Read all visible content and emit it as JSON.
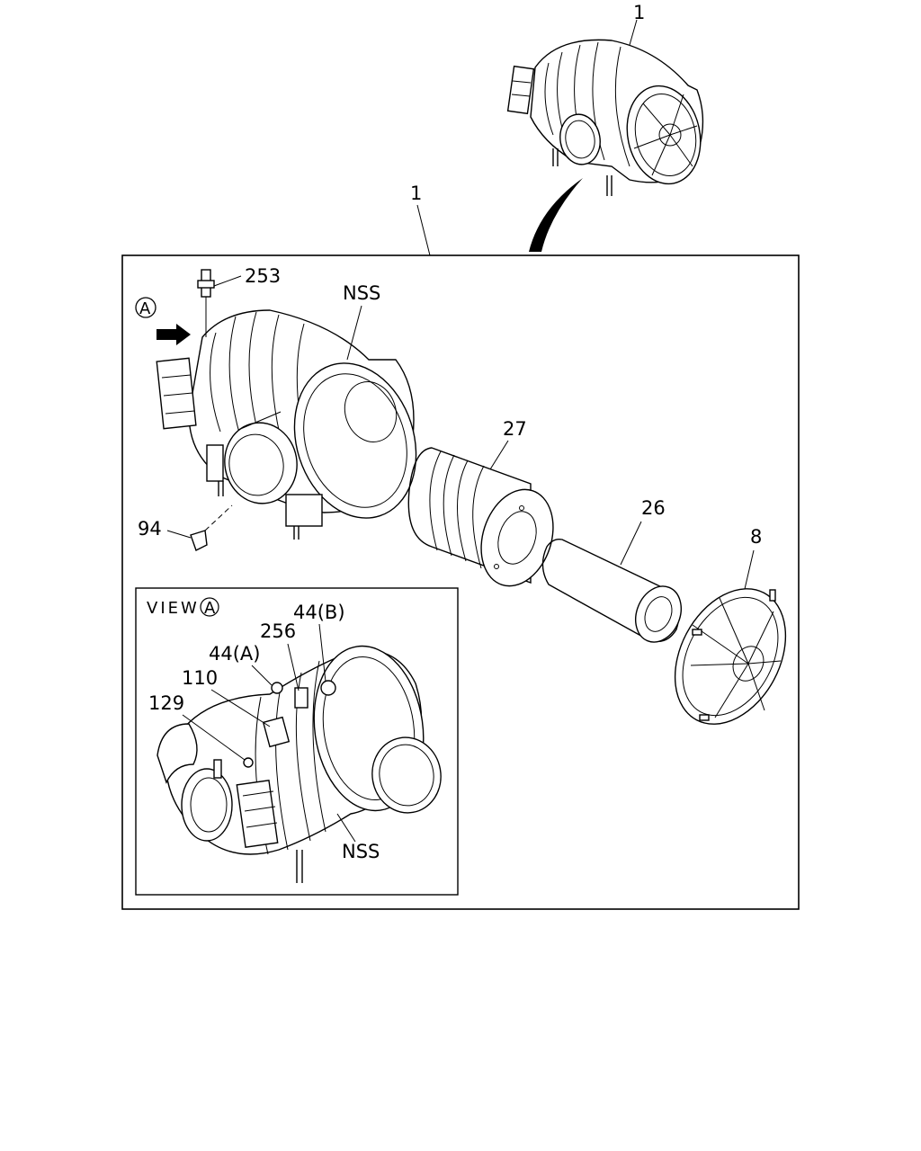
{
  "callouts": {
    "assembly_top": "1",
    "assembly_main": "1",
    "part_253": "253",
    "part_nss_main": "NSS",
    "part_27": "27",
    "part_26": "26",
    "part_8": "8",
    "part_94": "94",
    "view_marker_a": "A",
    "view_label": "VIEW",
    "view_label_marker": "A",
    "part_44b": "44(B)",
    "part_256": "256",
    "part_44a": "44(A)",
    "part_110": "110",
    "part_129": "129",
    "part_nss_view": "NSS"
  },
  "icons": {
    "circled_letter": "circled-letter-icon",
    "direction_arrow": "arrow-right-icon"
  }
}
